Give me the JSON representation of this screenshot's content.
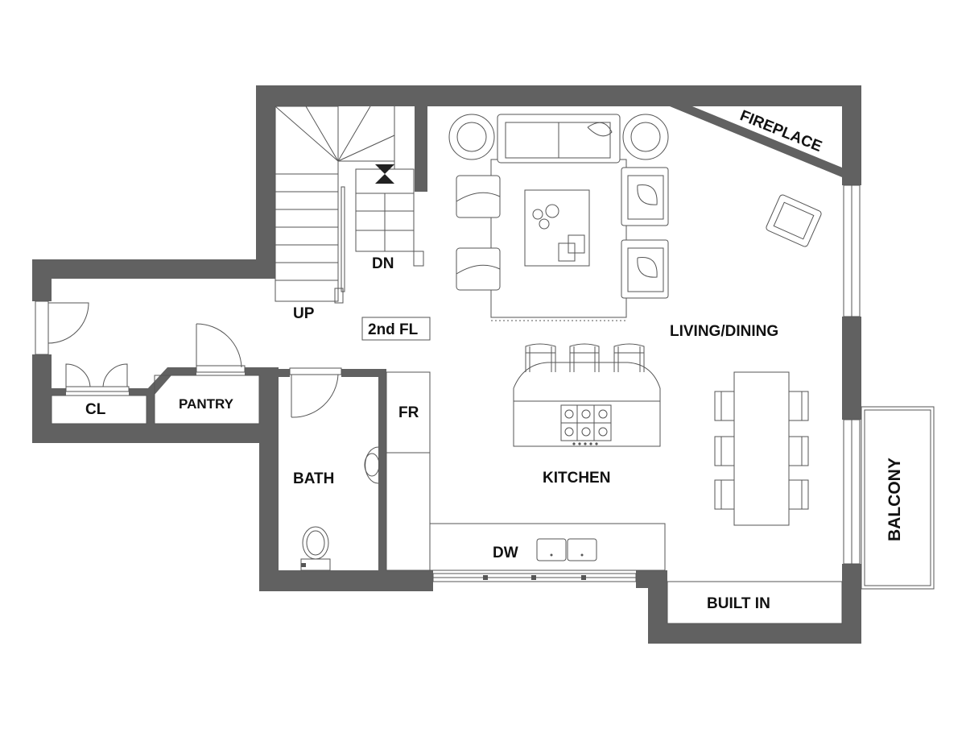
{
  "labels": {
    "fireplace": "FIREPLACE",
    "dn": "DN",
    "up": "UP",
    "second_floor": "2nd FL",
    "living_dining": "LIVING/DINING",
    "cl": "CL",
    "pantry": "PANTRY",
    "fr": "FR",
    "bath": "BATH",
    "kitchen": "KITCHEN",
    "dw": "DW",
    "built_in": "BUILT IN",
    "balcony": "BALCONY"
  },
  "colors": {
    "wall": "#616161",
    "line": "#555555",
    "text": "#111111",
    "background": "#ffffff"
  }
}
